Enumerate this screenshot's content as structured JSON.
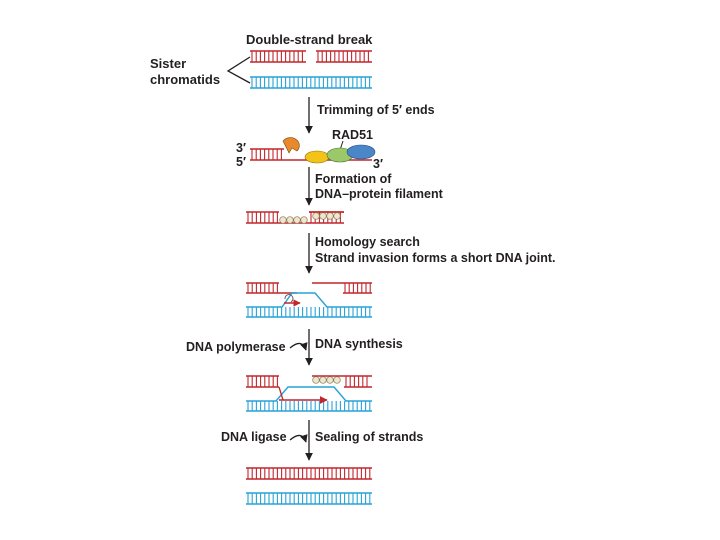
{
  "labels": {
    "double_strand_break": "Double-strand break",
    "sister_line1": "Sister",
    "sister_line2": "chromatids",
    "trimming": "Trimming of 5′ ends",
    "rad51": "RAD51",
    "three_prime_left": "3′",
    "five_prime_left": "5′",
    "three_prime_right": "3′",
    "formation_line1": "Formation of",
    "formation_line2": "DNA–protein filament",
    "homology_search": "Homology search",
    "strand_invasion": "Strand invasion forms a short DNA joint.",
    "dna_polymerase": "DNA polymerase",
    "dna_synthesis": "DNA synthesis",
    "dna_ligase": "DNA ligase",
    "sealing": "Sealing of strands"
  },
  "colors": {
    "dna_red": "#c1272d",
    "dna_blue": "#27a2d8",
    "protein_orange": "#e8892b",
    "protein_yellow": "#f3c318",
    "protein_green": "#9bc96a",
    "protein_blue": "#4a86c8",
    "filament_bead": "#efe6cf",
    "text": "#231f20"
  },
  "icons": [
    "orange-protein-icon",
    "yellow-protein-icon",
    "green-protein-icon",
    "blue-protein-icon",
    "filament-bead-icon"
  ]
}
